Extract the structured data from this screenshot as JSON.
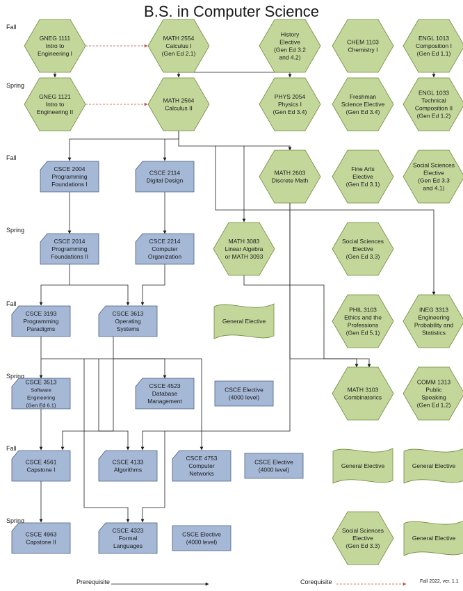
{
  "title": "B.S. in Computer Science",
  "semesters": [
    "Fall",
    "Spring",
    "Fall",
    "Spring",
    "Fall",
    "Spring",
    "Fall",
    "Spring"
  ],
  "colors": {
    "gen": "#c4d79b",
    "gen_stroke": "#6f8a3d",
    "cs": "#a5b8d6",
    "cs_stroke": "#4a5f82",
    "prereq": "#1a1a1a",
    "coreq": "#c0504d"
  },
  "courses": [
    {
      "id": "gneg1111",
      "shape": "hex",
      "lines": [
        "GNEG 1111",
        "Intro to",
        "Engineering I"
      ]
    },
    {
      "id": "math2554",
      "shape": "hex",
      "lines": [
        "MATH 2554",
        "Calculus I",
        "(Gen Ed 2.1)"
      ]
    },
    {
      "id": "hist",
      "shape": "hex",
      "lines": [
        "History",
        "Elective",
        "(Gen Ed 3.2",
        "and 4.2)"
      ]
    },
    {
      "id": "chem1103",
      "shape": "hex",
      "lines": [
        "CHEM 1103",
        "Chemistry I"
      ]
    },
    {
      "id": "engl1013",
      "shape": "hex",
      "lines": [
        "ENGL 1013",
        "Composition I",
        "(Gen Ed 1.1)"
      ]
    },
    {
      "id": "gneg1121",
      "shape": "hex",
      "lines": [
        "GNEG 1121",
        "Intro to",
        "Engineering II"
      ]
    },
    {
      "id": "math2564",
      "shape": "hex",
      "lines": [
        "MATH 2564",
        "Calculus II"
      ]
    },
    {
      "id": "phys2054",
      "shape": "hex",
      "lines": [
        "PHYS 2054",
        "Physics I",
        "(Gen Ed 3.4)"
      ]
    },
    {
      "id": "freshsci",
      "shape": "hex",
      "lines": [
        "Freshman",
        "Science Elective",
        "(Gen Ed 3.4)"
      ]
    },
    {
      "id": "engl1033",
      "shape": "hex",
      "lines": [
        "ENGL 1033",
        "Technical",
        "Composition II",
        "(Gen Ed 1.2)"
      ]
    },
    {
      "id": "csce2004",
      "shape": "cs",
      "lines": [
        "CSCE 2004",
        "Programming",
        "Foundations I"
      ]
    },
    {
      "id": "csce2114",
      "shape": "cs",
      "lines": [
        "CSCE 2114",
        "Digital Design"
      ]
    },
    {
      "id": "math2603",
      "shape": "hex",
      "lines": [
        "MATH 2603",
        "Discrete Math"
      ]
    },
    {
      "id": "finearts",
      "shape": "hex",
      "lines": [
        "Fine Arts",
        "Elective",
        "(Gen Ed 3.1)"
      ]
    },
    {
      "id": "socsci1",
      "shape": "hex",
      "lines": [
        "Social Sciences",
        "Elective",
        "(Gen Ed 3.3",
        "and 4.1)"
      ]
    },
    {
      "id": "csce2014",
      "shape": "cs",
      "lines": [
        "CSCE 2014",
        "Programming",
        "Foundations II"
      ]
    },
    {
      "id": "csce2214",
      "shape": "cs",
      "lines": [
        "CSCE 2214",
        "Computer",
        "Organization"
      ]
    },
    {
      "id": "math3083",
      "shape": "hex",
      "lines": [
        "MATH 3083",
        "Linear Algebra",
        "or MATH 3093"
      ]
    },
    {
      "id": "socsci2",
      "shape": "hex",
      "lines": [
        "Social Sciences",
        "Elective",
        "(Gen Ed 3.3)"
      ]
    },
    {
      "id": "csce3193",
      "shape": "cs",
      "lines": [
        "CSCE 3193",
        "Programming",
        "Paradigms"
      ]
    },
    {
      "id": "csce3613",
      "shape": "cs",
      "lines": [
        "CSCE 3613",
        "Operating",
        "Systems"
      ]
    },
    {
      "id": "genelec1",
      "shape": "wave",
      "lines": [
        "General Elective"
      ]
    },
    {
      "id": "phil3103",
      "shape": "hex",
      "lines": [
        "PHIL 3103",
        "Ethics and the",
        "Professions",
        "(Gen Ed 5.1)"
      ]
    },
    {
      "id": "ineg3313",
      "shape": "hex",
      "lines": [
        "INEG 3313",
        "Engineering",
        "Probability and",
        "Statistics"
      ]
    },
    {
      "id": "csce3513",
      "shape": "cs",
      "lines": [
        "CSCE 3513",
        "Software",
        "Engineering",
        "(Gen Ed 6.1)"
      ]
    },
    {
      "id": "csce4523",
      "shape": "cs",
      "lines": [
        "CSCE 4523",
        "Database",
        "Management"
      ]
    },
    {
      "id": "cselec1",
      "shape": "rect",
      "lines": [
        "CSCE Elective",
        "(4000 level)"
      ]
    },
    {
      "id": "math3103",
      "shape": "hex",
      "lines": [
        "MATH 3103",
        "Combinatorics"
      ]
    },
    {
      "id": "comm1313",
      "shape": "hex",
      "lines": [
        "COMM 1313",
        "Public",
        "Speaking",
        "(Gen Ed 1.2)"
      ]
    },
    {
      "id": "csce4561",
      "shape": "cs",
      "lines": [
        "CSCE 4561",
        "Capstone I"
      ]
    },
    {
      "id": "csce4133",
      "shape": "cs",
      "lines": [
        "CSCE 4133",
        "Algorithms"
      ]
    },
    {
      "id": "csce4753",
      "shape": "cs",
      "lines": [
        "CSCE 4753",
        "Computer",
        "Networks"
      ]
    },
    {
      "id": "cselec2",
      "shape": "rect",
      "lines": [
        "CSCE Elective",
        "(4000 level)"
      ]
    },
    {
      "id": "genelec2",
      "shape": "wave",
      "lines": [
        "General Elective"
      ]
    },
    {
      "id": "genelec3",
      "shape": "wave",
      "lines": [
        "General Elective"
      ]
    },
    {
      "id": "csce4963",
      "shape": "cs",
      "lines": [
        "CSCE 4963",
        "Capstone II"
      ]
    },
    {
      "id": "csce4323",
      "shape": "cs",
      "lines": [
        "CSCE 4323",
        "Formal",
        "Languages"
      ]
    },
    {
      "id": "cselec3",
      "shape": "rect",
      "lines": [
        "CSCE Elective",
        "(4000 level)"
      ]
    },
    {
      "id": "socsci3",
      "shape": "hex",
      "lines": [
        "Social Sciences",
        "Elective",
        "(Gen Ed 3.3)"
      ]
    },
    {
      "id": "genelec4",
      "shape": "wave",
      "lines": [
        "General Elective"
      ]
    }
  ],
  "legend": {
    "prerequisite": "Prerequisite",
    "corequisite": "Corequisite"
  },
  "footer": "Fall 2022, ver. 1.1"
}
